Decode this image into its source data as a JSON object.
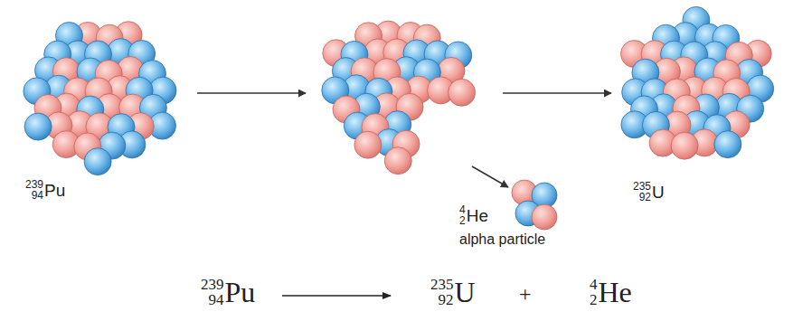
{
  "diagram": {
    "labels": [
      "239",
      "94",
      "Pu",
      "4",
      "2",
      "He",
      "alpha particle",
      "235",
      "92",
      "U",
      "239",
      "94",
      "Pu",
      "235",
      "92",
      "U",
      "+",
      "4",
      "2",
      "He"
    ]
  }
}
